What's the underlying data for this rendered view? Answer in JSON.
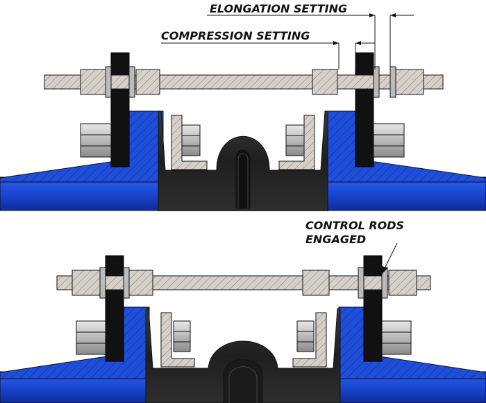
{
  "labels": {
    "elongation": "ELONGATION SETTING",
    "compression": "COMPRESSION SETTING",
    "control_rods_line1": "CONTROL RODS",
    "control_rods_line2": "ENGAGED"
  },
  "colors": {
    "flange_blue": "#1f4fd8",
    "flange_blue_dark": "#0d2a9a",
    "rubber_dark": "#2a2a2a",
    "steel_light": "#d6d0cb",
    "rod_plate": "#111111",
    "nut_grey": "#c8c8c8",
    "outline": "#111111"
  }
}
